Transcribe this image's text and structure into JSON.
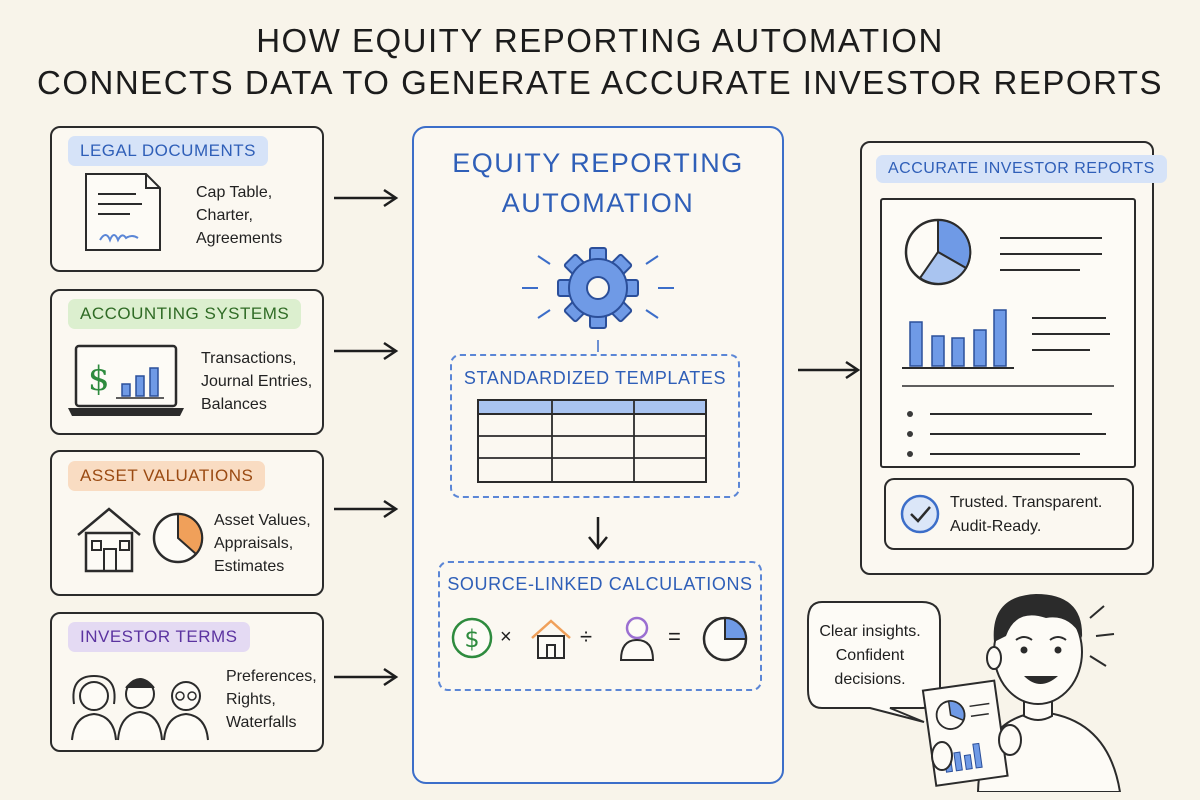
{
  "title": {
    "line1": "How Equity Reporting Automation",
    "line2": "Connects Data to Generate Accurate Investor Reports"
  },
  "sources": [
    {
      "label": "Legal Documents",
      "lines": [
        "Cap Table,",
        "Charter,",
        "Agreements"
      ],
      "pill_color": "#d6e3f8",
      "icon": "document-icon"
    },
    {
      "label": "Accounting Systems",
      "lines": [
        "Transactions,",
        "Journal Entries,",
        "Balances"
      ],
      "pill_color": "#dcefcf",
      "icon": "laptop-chart-icon"
    },
    {
      "label": "Asset Valuations",
      "lines": [
        "Asset Values,",
        "Appraisals,",
        "Estimates"
      ],
      "pill_color": "#f9dcc2",
      "icon": "house-and-pie-icon"
    },
    {
      "label": "Investor Terms",
      "lines": [
        "Preferences,",
        "Rights,",
        "Waterfalls"
      ],
      "pill_color": "#e4daf3",
      "icon": "investors-icon"
    }
  ],
  "engine": {
    "title_line1": "Equity Reporting",
    "title_line2": "Automation",
    "templates_label": "Standardized Templates",
    "calculations_label": "Source-Linked Calculations",
    "formula_symbols": {
      "times": "×",
      "divide": "÷",
      "equals": "="
    }
  },
  "output": {
    "label": "Accurate Investor Reports",
    "trust_line1": "Trusted. Transparent.",
    "trust_line2": "Audit-Ready."
  },
  "speech": {
    "line1": "Clear insights.",
    "line2": "Confident",
    "line3": "decisions."
  },
  "colors": {
    "accent_blue": "#3c6ec9",
    "fill_blue": "#6f9ae6",
    "light_blue": "#dbe6f8",
    "green": "#2e8b3e",
    "orange": "#f0a05a",
    "purple": "#9b6fd1",
    "ink": "#2b2b2b"
  }
}
